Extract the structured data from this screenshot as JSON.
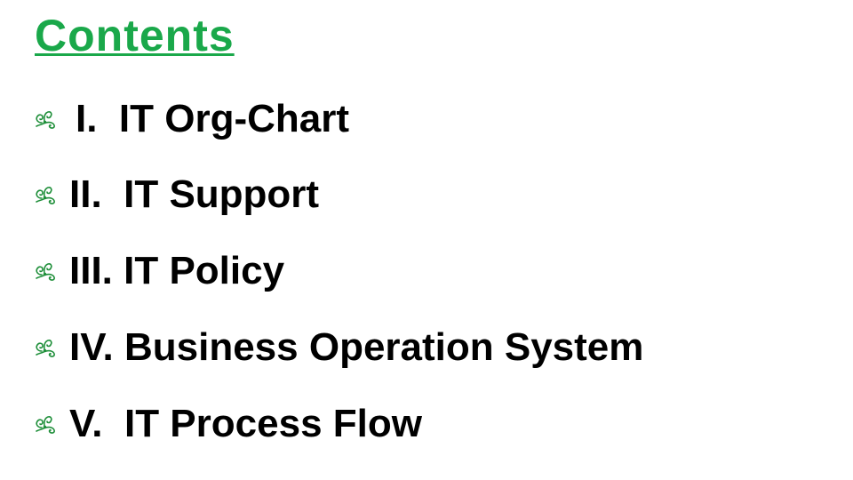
{
  "slide": {
    "title": "Contents",
    "title_color": "#1aa84a",
    "bullet_icon": "fleur-leaf-icon",
    "bullet_color": "#1f8f3a",
    "items": [
      {
        "label": "I.  IT Org-Chart"
      },
      {
        "label": "II.  IT Support"
      },
      {
        "label": "III. IT Policy"
      },
      {
        "label": "IV. Business Operation System"
      },
      {
        "label": "V.  IT Process Flow"
      }
    ]
  }
}
